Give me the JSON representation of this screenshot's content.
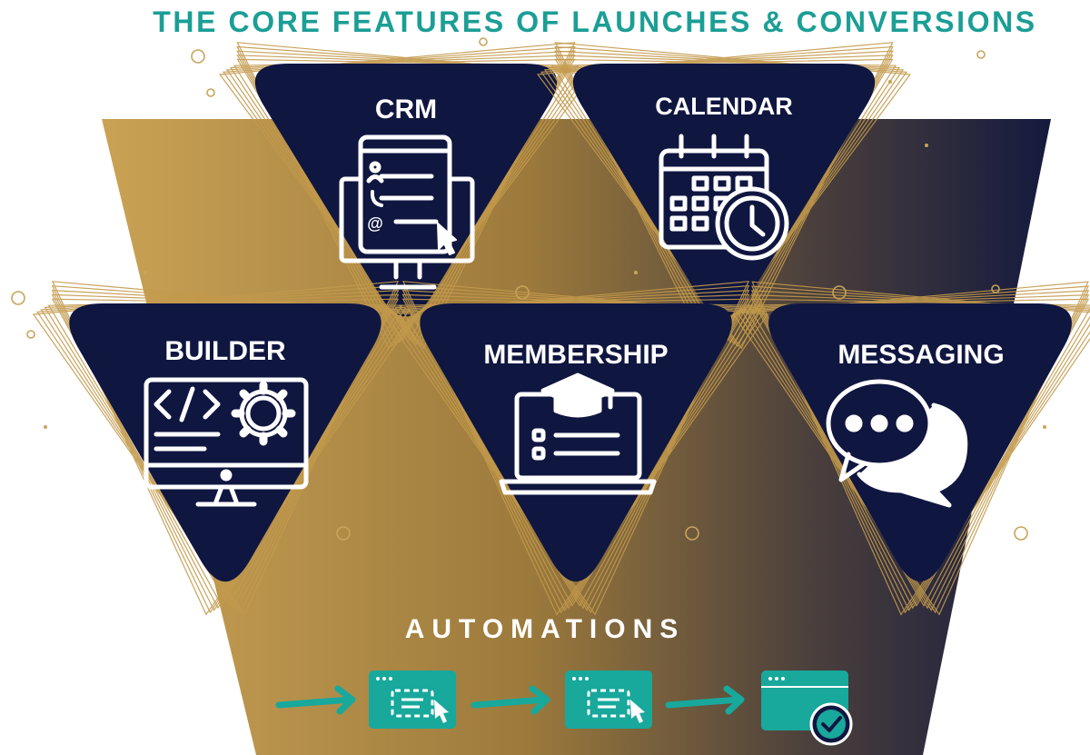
{
  "title": "THE CORE FEATURES OF LAUNCHES & CONVERSIONS",
  "features": [
    {
      "id": "crm",
      "label": "CRM",
      "icon": "crm-monitor-icon"
    },
    {
      "id": "calendar",
      "label": "CALENDAR",
      "icon": "calendar-clock-icon"
    },
    {
      "id": "builder",
      "label": "BUILDER",
      "icon": "code-gear-monitor-icon"
    },
    {
      "id": "membership",
      "label": "MEMBERSHIP",
      "icon": "graduation-laptop-icon"
    },
    {
      "id": "messaging",
      "label": "MESSAGING",
      "icon": "chat-bubbles-icon"
    }
  ],
  "automations": {
    "label": "AUTOMATIONS",
    "steps": [
      "browser-click-icon",
      "browser-click-icon",
      "browser-check-icon"
    ]
  },
  "colors": {
    "title_teal": "#1b9e95",
    "navy": "#0f1640",
    "gold": "#c39a4c",
    "teal_icon": "#18a89c",
    "white": "#ffffff"
  }
}
